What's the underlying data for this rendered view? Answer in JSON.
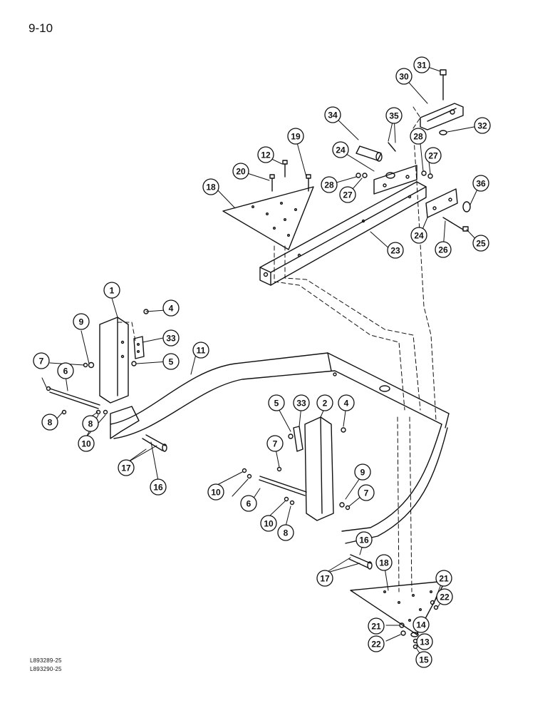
{
  "page_number": "9-10",
  "reference_codes": [
    "L893289-25",
    "L893290-25"
  ],
  "callouts": [
    "1",
    "2",
    "4",
    "4",
    "5",
    "5",
    "6",
    "6",
    "7",
    "7",
    "7",
    "8",
    "8",
    "8",
    "9",
    "9",
    "10",
    "10",
    "10",
    "11",
    "12",
    "13",
    "14",
    "15",
    "16",
    "16",
    "17",
    "17",
    "18",
    "18",
    "19",
    "20",
    "21",
    "21",
    "22",
    "22",
    "23",
    "24",
    "24",
    "25",
    "26",
    "27",
    "27",
    "28",
    "28",
    "30",
    "31",
    "32",
    "33",
    "33",
    "34",
    "35",
    "36"
  ]
}
